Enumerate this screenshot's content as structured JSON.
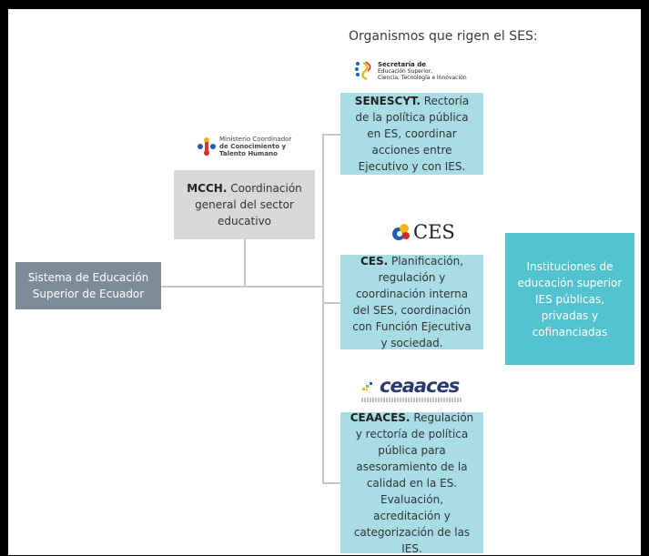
{
  "title": "Organismos que rigen el SES:",
  "ses": {
    "label": "Sistema de Educación Superior de Ecuador"
  },
  "mcch": {
    "logo": [
      "Ministerio Coordinador",
      "de Conocimiento y",
      "Talento Humano"
    ],
    "name": "MCCH.",
    "text": " Coordinación general del sector educativo"
  },
  "senescyt": {
    "logo": [
      "Secretaría de",
      "Educación Superior,",
      "Ciencia, Tecnología e Innovación"
    ],
    "name": "SENESCYT.",
    "text": " Rectoría de la política pública en ES, coordinar acciones entre Ejecutivo y con IES."
  },
  "ces": {
    "logo": "CES",
    "name": "CES.",
    "text": " Planificación, regulación y coordinación interna del SES, coordinación con Función Ejecutiva y sociedad."
  },
  "ceaaces": {
    "logo": "ceaaces",
    "name": "CEAACES.",
    "text": " Regulación y rectoría de política pública para asesoramiento de la calidad en la ES. Evaluación, acreditación y categorización de las IES."
  },
  "ies": {
    "label": "Instituciones de educación superior IES públicas, privadas y cofinanciadas"
  },
  "colors": {
    "ses_box": "#7e8c99",
    "mcch_box": "#d6d8da",
    "organism_box": "#a8dde6",
    "ies_box": "#52c2cf",
    "connector": "#c9c9c9"
  }
}
